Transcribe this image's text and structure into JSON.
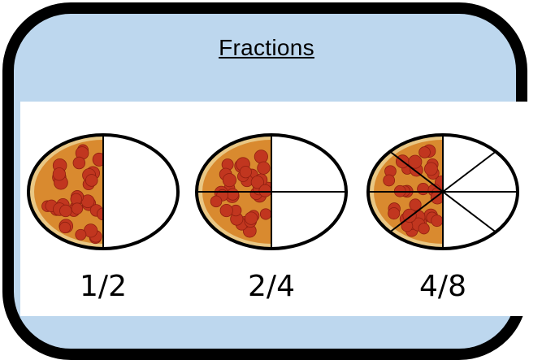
{
  "title": "Fractions",
  "colors": {
    "frame_fill": "#bdd7ee",
    "frame_border": "#000000",
    "panel": "#ffffff",
    "crust": "#e9c784",
    "sauce": "#d98a2f",
    "pepperoni": "#c1361f"
  },
  "pizzas": [
    {
      "fraction": "1/2",
      "slices": 2,
      "shaded": 1
    },
    {
      "fraction": "2/4",
      "slices": 4,
      "shaded": 2
    },
    {
      "fraction": "4/8",
      "slices": 8,
      "shaded": 4
    }
  ]
}
